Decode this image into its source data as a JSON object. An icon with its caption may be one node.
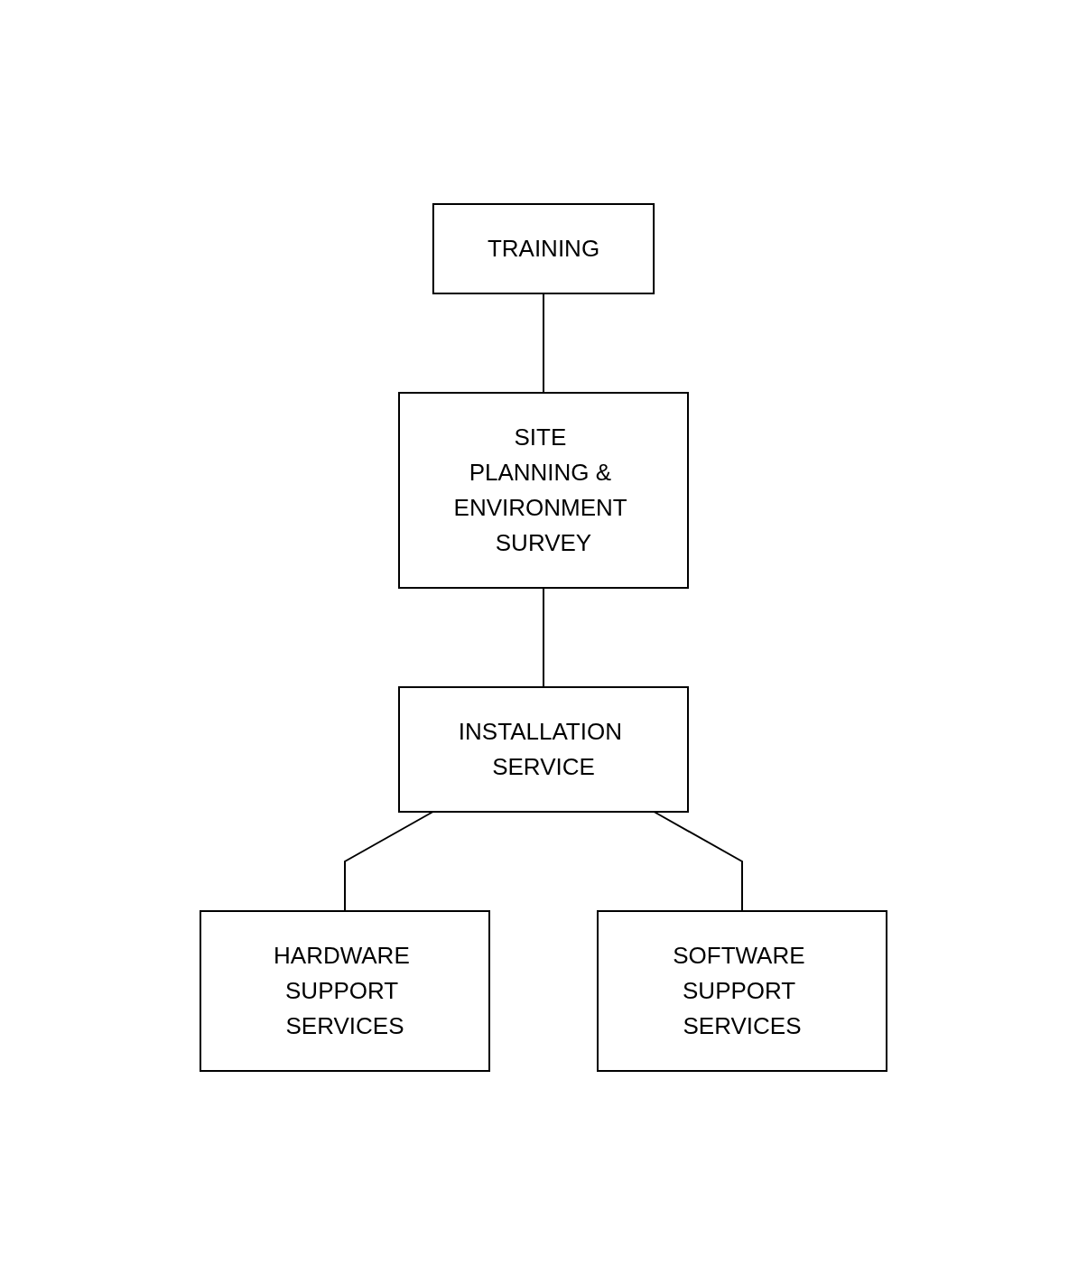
{
  "diagram": {
    "nodes": [
      {
        "text": [
          "TRAINING"
        ]
      },
      {
        "text": [
          "SITE PLANNING & ENVIRONMENT SURVEY"
        ]
      },
      {
        "text": [
          "INSTALLATION SERVICE"
        ]
      },
      {
        "text": [
          "HARDWARE SUPPORT SERVICES"
        ]
      },
      {
        "text": [
          "SOFTWARE SUPPORT SERVICES"
        ]
      }
    ],
    "edges": [
      {
        "from": 0,
        "to": 1,
        "arrow": "none"
      },
      {
        "from": 1,
        "to": 2,
        "arrow": "none"
      },
      {
        "from": 2,
        "to": 3,
        "arrow": "none"
      },
      {
        "from": 2,
        "to": 4,
        "arrow": "none"
      }
    ]
  }
}
